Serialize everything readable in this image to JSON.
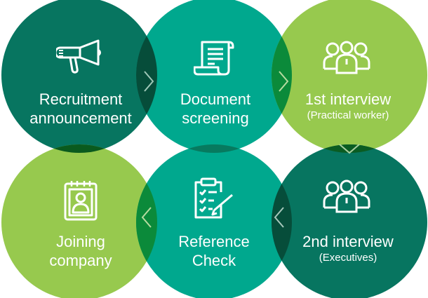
{
  "colors": {
    "dark": "#077560",
    "teal": "#00a88e",
    "light": "#97c94e"
  },
  "steps": [
    {
      "title": "Recruitment",
      "title2": "announcement",
      "icon": "megaphone-icon"
    },
    {
      "title": "Document",
      "title2": "screening",
      "icon": "document-scroll-icon"
    },
    {
      "title": "1st interview",
      "subtitle": "(Practical worker)",
      "icon": "group-icon"
    },
    {
      "title": "2nd interview",
      "subtitle": "(Executives)",
      "icon": "group-icon"
    },
    {
      "title": "Reference",
      "title2": "Check",
      "icon": "clipboard-check-icon"
    },
    {
      "title": "Joining",
      "title2": "company",
      "icon": "id-badge-icon"
    }
  ]
}
